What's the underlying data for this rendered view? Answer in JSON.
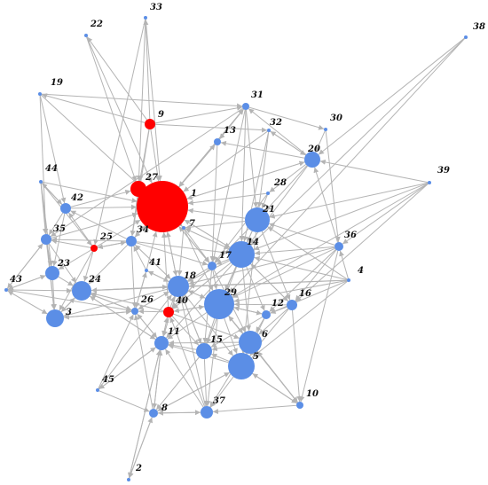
{
  "colors": {
    "normal": "#5b8ee6",
    "highlight": "#ff0000",
    "edge": "#b4b4b4"
  },
  "nodes": [
    {
      "id": "1",
      "group": "highlight"
    },
    {
      "id": "2",
      "group": "normal"
    },
    {
      "id": "3",
      "group": "normal"
    },
    {
      "id": "4",
      "group": "normal"
    },
    {
      "id": "5",
      "group": "normal"
    },
    {
      "id": "6",
      "group": "normal"
    },
    {
      "id": "7",
      "group": "normal"
    },
    {
      "id": "8",
      "group": "normal"
    },
    {
      "id": "9",
      "group": "highlight"
    },
    {
      "id": "10",
      "group": "normal"
    },
    {
      "id": "11",
      "group": "normal"
    },
    {
      "id": "12",
      "group": "normal"
    },
    {
      "id": "13",
      "group": "normal"
    },
    {
      "id": "14",
      "group": "normal"
    },
    {
      "id": "15",
      "group": "normal"
    },
    {
      "id": "16",
      "group": "normal"
    },
    {
      "id": "17",
      "group": "normal"
    },
    {
      "id": "18",
      "group": "normal"
    },
    {
      "id": "19",
      "group": "normal"
    },
    {
      "id": "20",
      "group": "normal"
    },
    {
      "id": "21",
      "group": "normal"
    },
    {
      "id": "22",
      "group": "normal"
    },
    {
      "id": "23",
      "group": "normal"
    },
    {
      "id": "24",
      "group": "normal"
    },
    {
      "id": "25",
      "group": "highlight"
    },
    {
      "id": "26",
      "group": "normal"
    },
    {
      "id": "27",
      "group": "highlight"
    },
    {
      "id": "28",
      "group": "normal"
    },
    {
      "id": "29",
      "group": "normal"
    },
    {
      "id": "30",
      "group": "normal"
    },
    {
      "id": "31",
      "group": "normal"
    },
    {
      "id": "32",
      "group": "normal"
    },
    {
      "id": "33",
      "group": "normal"
    },
    {
      "id": "34",
      "group": "normal"
    },
    {
      "id": "35",
      "group": "normal"
    },
    {
      "id": "36",
      "group": "normal"
    },
    {
      "id": "37",
      "group": "normal"
    },
    {
      "id": "38",
      "group": "normal"
    },
    {
      "id": "39",
      "group": "normal"
    },
    {
      "id": "40",
      "group": "highlight"
    },
    {
      "id": "41",
      "group": "normal"
    },
    {
      "id": "42",
      "group": "normal"
    },
    {
      "id": "43",
      "group": "normal"
    },
    {
      "id": "44",
      "group": "normal"
    },
    {
      "id": "45",
      "group": "normal"
    }
  ]
}
